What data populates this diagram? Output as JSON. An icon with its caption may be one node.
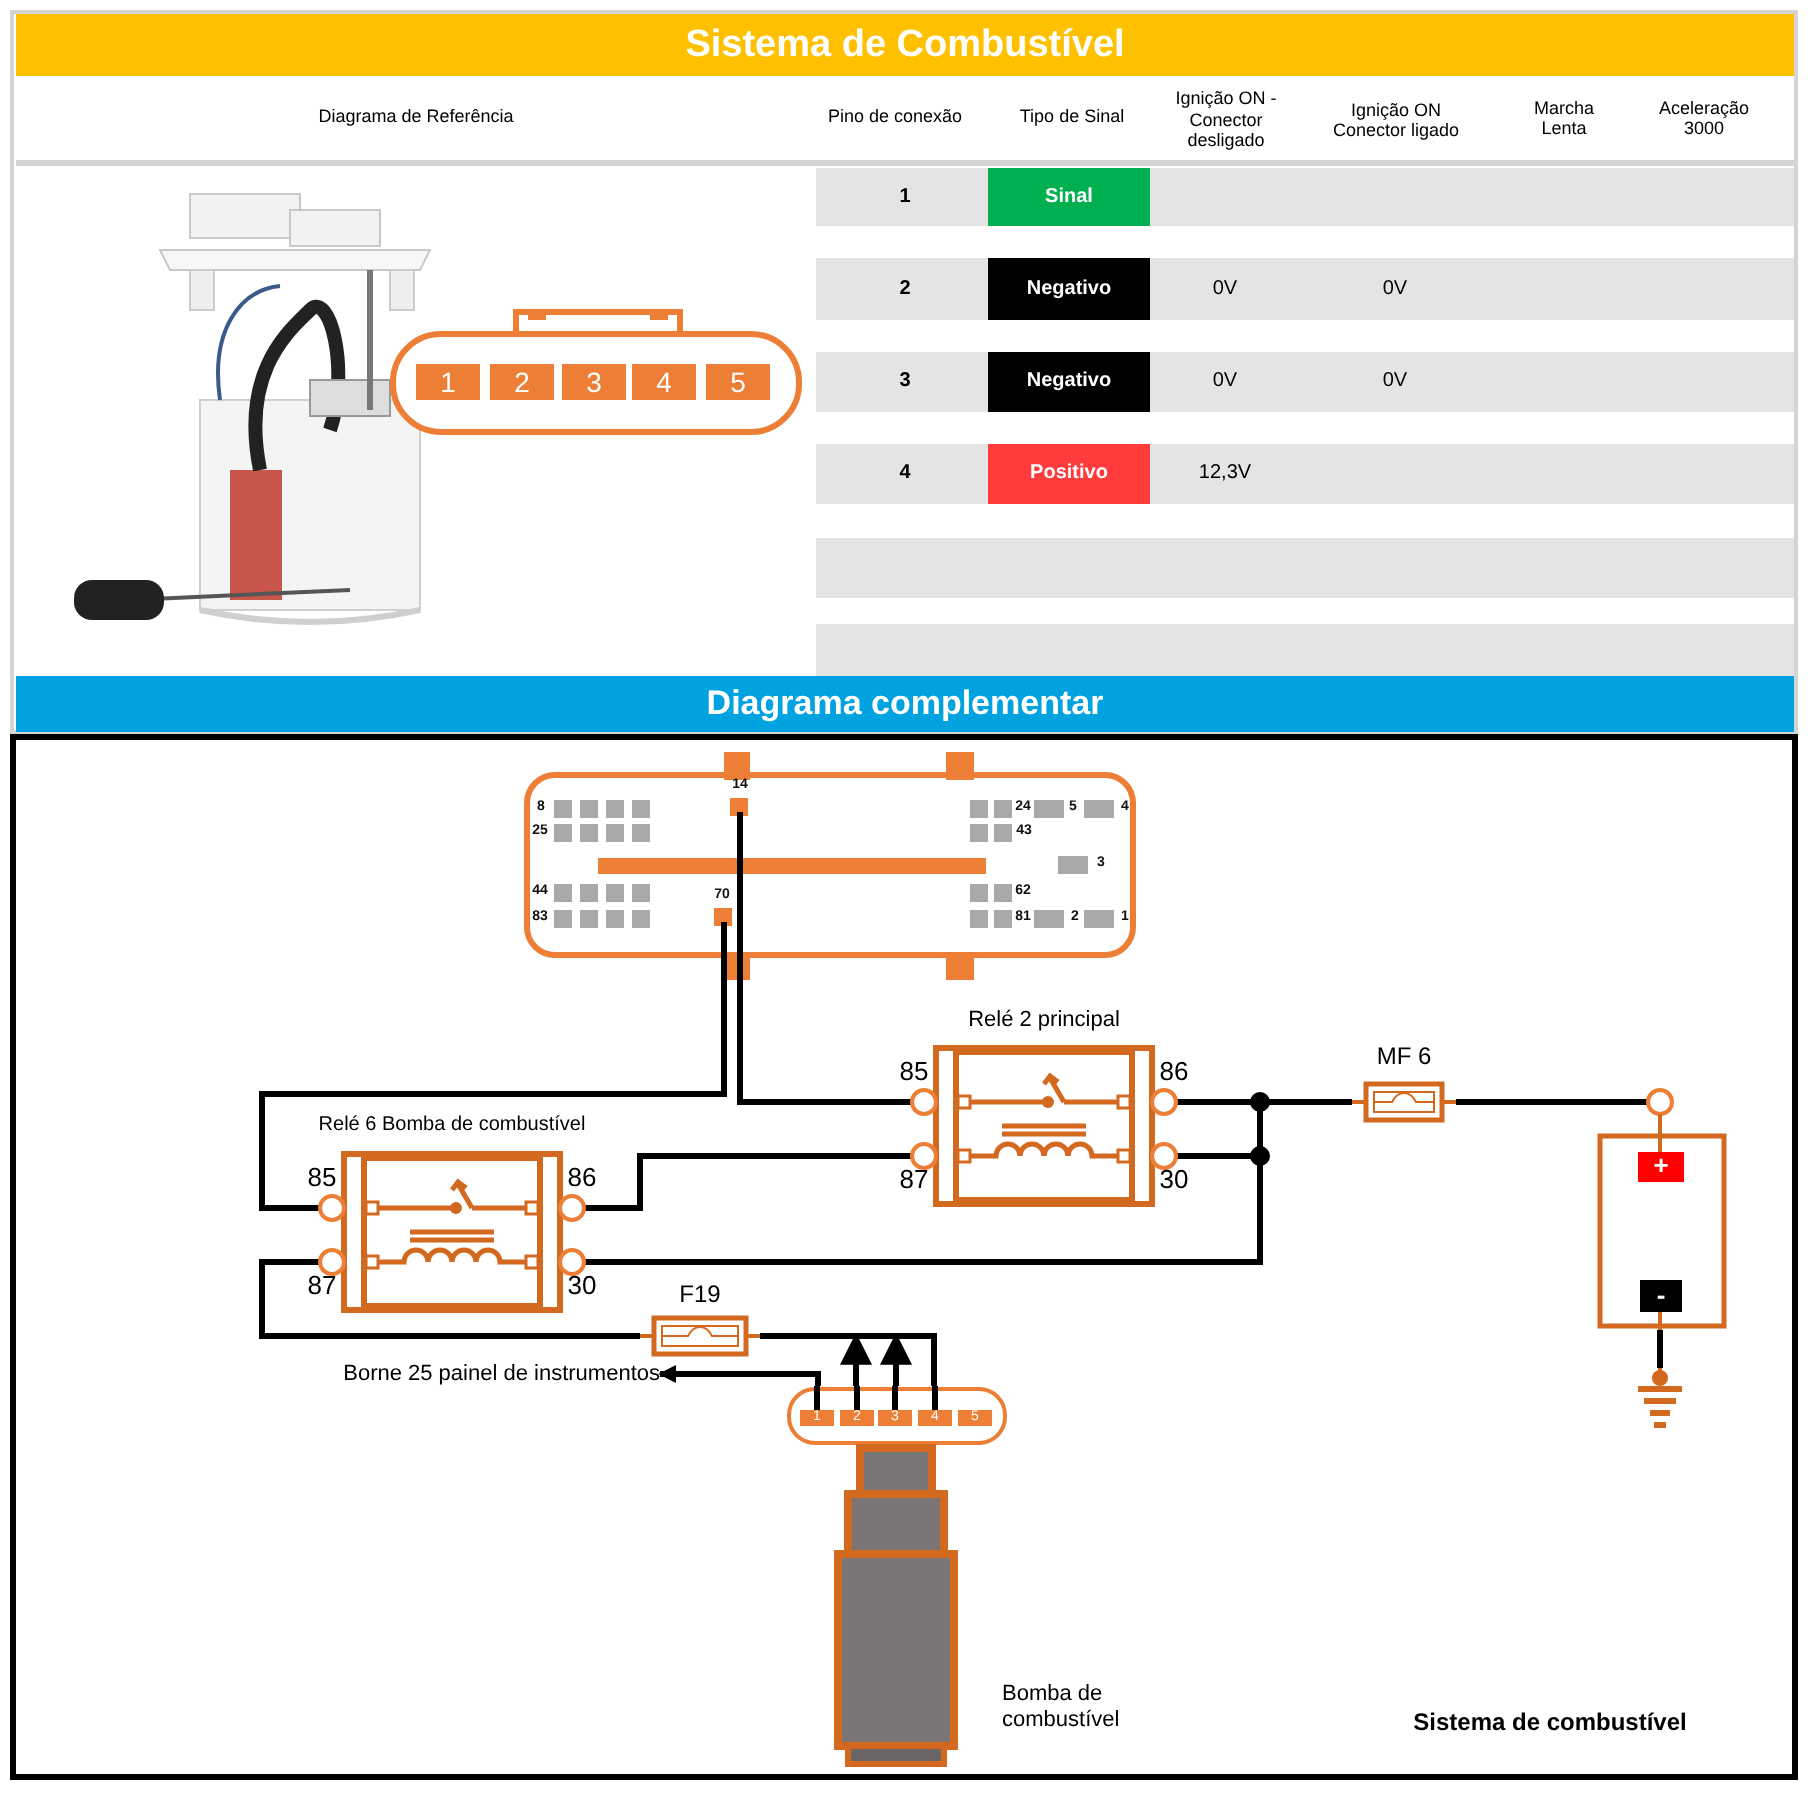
{
  "diagram": {
    "title": "Sistema de Combustível",
    "nodes": [
      {
        "text": [
          "1",
          "2",
          "3",
          "4",
          "5"
        ]
      },
      {
        "text": [
          "14",
          "8",
          "24",
          "5",
          "4",
          "25",
          "43",
          "3",
          "44",
          "70",
          "62",
          "83",
          "81",
          "2",
          "1"
        ]
      },
      {
        "text": [
          "Relé 2 principal",
          "85",
          "86",
          "87",
          "30"
        ]
      },
      {
        "text": [
          "Relé 6 Bomba de combustível",
          "85",
          "86",
          "87",
          "30"
        ]
      },
      {
        "text": [
          "MF 6"
        ]
      },
      {
        "text": [
          "+",
          "-"
        ]
      },
      {
        "text": [
          "F19"
        ]
      },
      {
        "text": [
          "Borne 25 painel de instrumentos"
        ]
      },
      {
        "text": [
          "1",
          "2",
          "3",
          "4",
          "5"
        ]
      },
      {
        "text": [],
        "shape": "ground"
      },
      {
        "text": [],
        "shape": "cylinder",
        "beside": [
          "Bomba de combustível"
        ]
      }
    ],
    "edges": [
      {
        "from": 1,
        "to": 2,
        "arrow": "none"
      },
      {
        "from": 1,
        "to": 3,
        "arrow": "none"
      },
      {
        "from": 2,
        "to": 4,
        "arrow": "none"
      },
      {
        "from": 4,
        "to": 5,
        "arrow": "none"
      },
      {
        "from": 2,
        "to": 3,
        "arrow": "none"
      },
      {
        "from": 2,
        "to": 3,
        "arrow": "none"
      },
      {
        "from": 3,
        "to": 6,
        "arrow": "none"
      },
      {
        "from": 6,
        "to": 8,
        "arrow": "none"
      },
      {
        "from": 8,
        "to": 7,
        "arrow": "to"
      },
      {
        "from": 8,
        "to": null,
        "arrow": "to"
      },
      {
        "from": 8,
        "to": null,
        "arrow": "to"
      },
      {
        "from": 5,
        "to": 9,
        "arrow": "none"
      }
    ],
    "labels": [
      "Diagrama de Referência",
      "Pino de conexão",
      "Tipo de Sinal",
      "Ignição ON - Conector desligado",
      "Ignição ON Conector ligado",
      "Marcha Lenta",
      "Aceleração 3000",
      "1",
      "Sinal",
      "2",
      "Negativo",
      "0V",
      "0V",
      "3",
      "Negativo",
      "0V",
      "0V",
      "4",
      "Positivo",
      "12,3V",
      "Diagrama complementar",
      "Sistema de combustível"
    ]
  }
}
